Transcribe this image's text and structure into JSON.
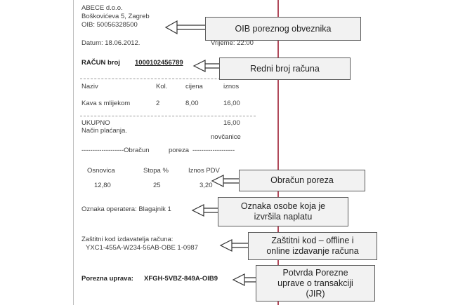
{
  "receipt": {
    "company": "ABECE d.o.o.",
    "address": "Boškovićeva 5, Zagreb",
    "oib": "OIB: 50056328500",
    "date": "Datum: 18.06.2012.",
    "time": "Vrijeme: 22:00",
    "invoice_label": "RAČUN broj",
    "invoice_number": "1000102456789",
    "columns": [
      "Naziv",
      "Kol.",
      "cijena",
      "iznos"
    ],
    "item": {
      "name": "Kava s mlijekom",
      "qty": "2",
      "price": "8,00",
      "amount": "16,00"
    },
    "total_label": "UKUPNO",
    "total_amount": "16,00",
    "payment_label": "Način plaćanja.",
    "payment_value": "novčanice",
    "tax_header_left": "-------------------Obračun",
    "tax_header_mid": "poreza",
    "tax_header_right": "-------------------",
    "tax_columns": [
      "Osnovica",
      "Stopa %",
      "Iznos PDV"
    ],
    "tax_values": [
      "12,80",
      "25",
      "3,20"
    ],
    "operator": "Oznaka operatera: Blagajnik 1",
    "zki_label": "Zaštitni kod izdavatelja računa:",
    "zki_value": "YXC1-455A-W234-56AB-OBE 1-0987",
    "jir_label": "Porezna uprava:",
    "jir_value": "XFGH-5VBZ-849A-OIB9"
  },
  "callouts": {
    "oib": "OIB poreznog obveznika",
    "invoice_number": "Redni broj računa",
    "tax": "Obračun poreza",
    "operator_line1": "Oznaka osobe koja je",
    "operator_line2": "izvršila naplatu",
    "zki_line1": "Zaštitni kod – offline i",
    "zki_line2": "online izdavanje računa",
    "jir_line1": "Potvrda Porezne",
    "jir_line2": "uprave o transakciji",
    "jir_line3": "(JIR)"
  }
}
